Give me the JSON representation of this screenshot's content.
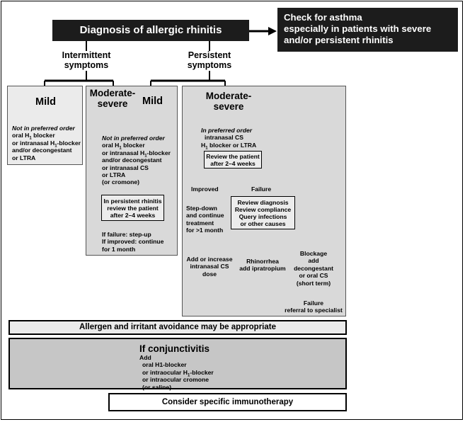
{
  "header": {
    "title": "Diagnosis of allergic rhinitis",
    "asthma_note_lines": [
      "Check for asthma",
      "especially in patients with severe",
      "and/or persistent rhinitis"
    ]
  },
  "branches": {
    "intermittent": [
      "Intermittent",
      "symptoms"
    ],
    "persistent": [
      "Persistent",
      "symptoms"
    ]
  },
  "mild_intermittent": {
    "title": "Mild",
    "lines": [
      "Not in preferred order",
      "oral H1 blocker",
      "or intranasal H1-blocker",
      "and/or decongestant",
      "or LTRA"
    ]
  },
  "moderate_severe_intermittent_title": [
    "Moderate-",
    "severe"
  ],
  "mild_persistent_title": "Mild",
  "combined_panel": {
    "lines": [
      "Not in preferred order",
      "oral H1 blocker",
      "or intranasal H1-blocker",
      "and/or decongestant",
      "or intranasal CS",
      "or LTRA",
      "(or cromone)"
    ],
    "review_box": [
      "In persistent rhinitis",
      "review the patient",
      "after 2–4 weeks"
    ],
    "outcome": [
      "If failure: step-up",
      "If improved: continue",
      "for 1 month"
    ]
  },
  "moderate_severe_persistent": {
    "title": [
      "Moderate-",
      "severe"
    ],
    "order_note": "In preferred order",
    "first_line": [
      "intranasal CS",
      "H1 blocker or LTRA"
    ],
    "review_box": [
      "Review the patient",
      "after 2–4 weeks"
    ],
    "improved": "Improved",
    "failure": "Failure",
    "stepdown": [
      "Step-down",
      "and continue",
      "treatment",
      "for >1 month"
    ],
    "diagnosis_box": [
      "Review diagnosis",
      "Review compliance",
      "Query infections",
      "or other causes"
    ],
    "options": {
      "increase": [
        "Add or increase",
        "intranasal CS",
        "dose"
      ],
      "rhinorrhea": [
        "Rhinorrhea",
        "add ipratropium"
      ],
      "blockage": [
        "Blockage",
        "add",
        "decongestant",
        "or oral CS",
        "(short term)"
      ]
    },
    "final_failure": [
      "Failure",
      "referral to specialist"
    ]
  },
  "allergen_bar": "Allergen and irritant avoidance may be appropriate",
  "conjunctivitis": {
    "title": "If conjunctivitis",
    "lines": [
      "Add",
      "oral H1-blocker",
      "or intraocular H1-blocker",
      "or intraocular cromone",
      "(or saline)"
    ]
  },
  "immunotherapy": "Consider specific immunotherapy"
}
